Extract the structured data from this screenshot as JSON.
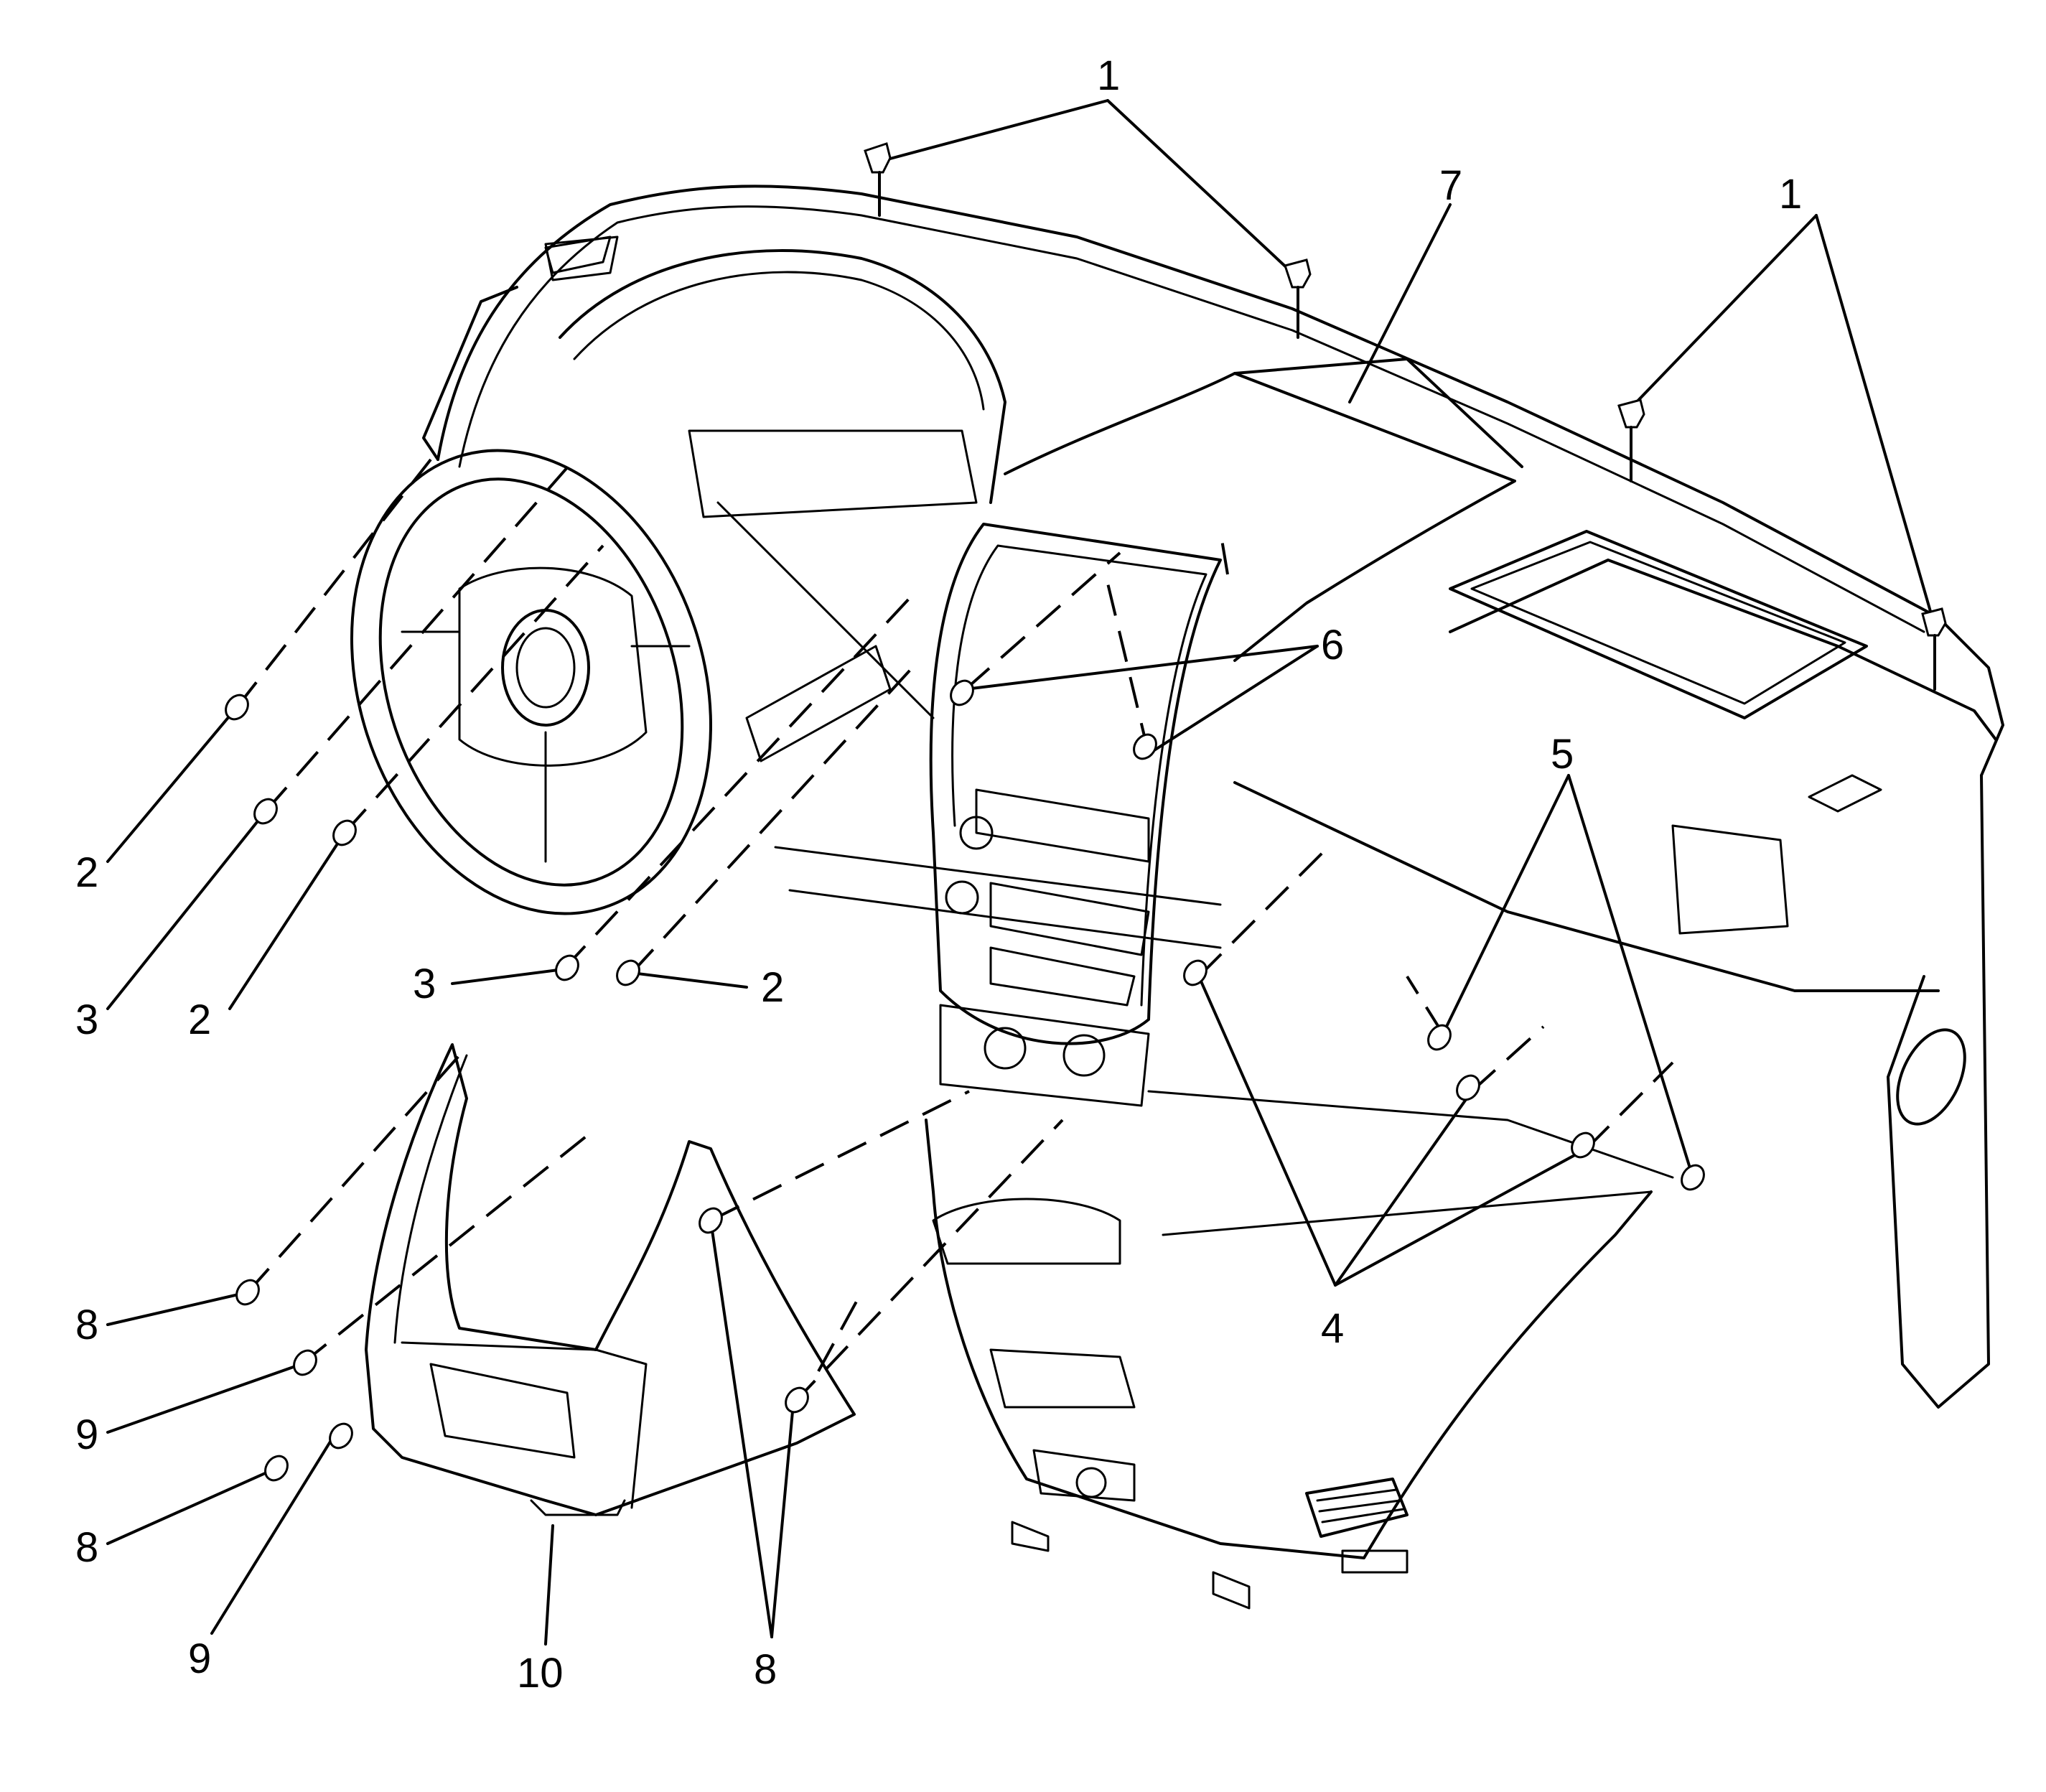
{
  "callouts": {
    "c1_top": "1",
    "c1_right": "1",
    "c2_far_left": "2",
    "c3_far_left": "3",
    "c2_left": "2",
    "c3_center": "3",
    "c2_center": "2",
    "c4": "4",
    "c5": "5",
    "c6": "6",
    "c7": "7",
    "c8_upper": "8",
    "c9_upper": "9",
    "c8_lower": "8",
    "c9_lower": "9",
    "c10": "10",
    "c8_bottom": "8"
  }
}
